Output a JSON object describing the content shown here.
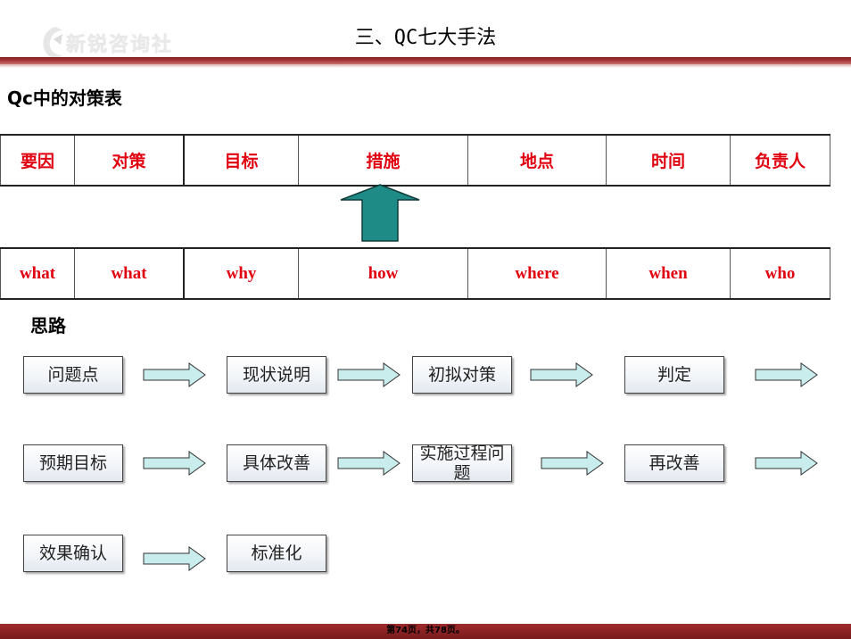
{
  "slide": {
    "title": "三、QC七大手法",
    "subtitle": "Qc中的对策表",
    "section_label": "思路",
    "page_indicator": "第74页，共78页。",
    "logo_text": "新锐咨询社"
  },
  "colors": {
    "accent_red": "#e0000f",
    "banner_red": "#9d2a2c",
    "arrow_teal": "#1f8b86",
    "flow_arrow_fill": "#c9ecec"
  },
  "table": {
    "headers_cn": [
      "要因",
      "对策",
      "目标",
      "措施",
      "地点",
      "时间",
      "负责人"
    ],
    "headers_en": [
      "what",
      "what",
      "why",
      "how",
      "where",
      "when",
      "who"
    ]
  },
  "flow": {
    "row1": [
      "问题点",
      "现状说明",
      "初拟对策",
      "判定"
    ],
    "row2": [
      "预期目标",
      "具体改善",
      "实施过程问题",
      "再改善"
    ],
    "row3": [
      "效果确认",
      "标准化"
    ]
  }
}
